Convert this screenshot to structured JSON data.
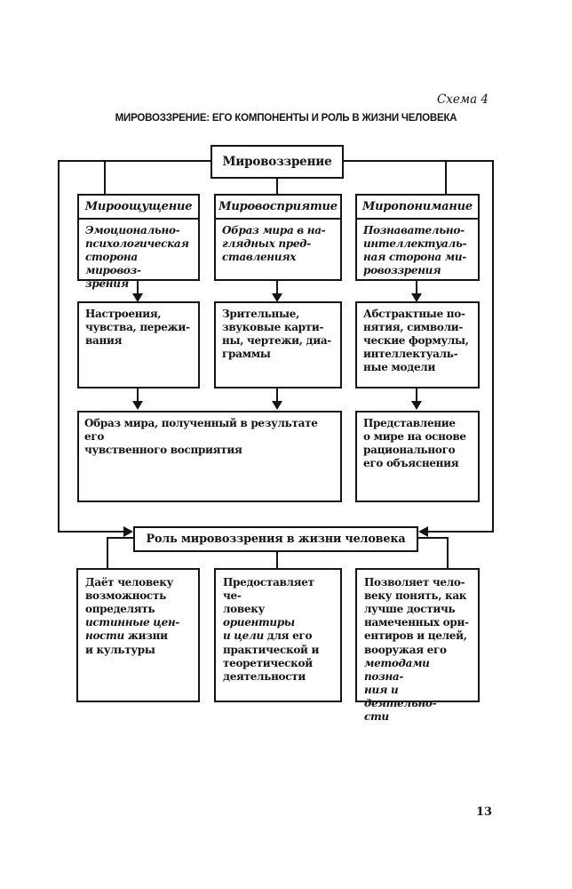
{
  "page": {
    "scheme_label": "Схема 4",
    "title": "МИРОВОЗЗРЕНИЕ: ЕГО КОМПОНЕНТЫ И РОЛЬ В ЖИЗНИ ЧЕЛОВЕКА",
    "page_number": "13"
  },
  "colors": {
    "ink": "#141414",
    "paper": "#ffffff"
  },
  "diagram": {
    "root_label": "Мировоззрение",
    "columns": [
      {
        "header": "Мироощущение",
        "aspect": "Эмоционально-\nпсихологическая\nсторона мировоз-\nзрения",
        "forms": "Настроения,\nчувства, пережи-\nвания"
      },
      {
        "header": "Мировосприятие",
        "aspect": "Образ мира в на-\nглядных пред-\nставлениях",
        "forms": "Зрительные,\nзвуковые карти-\nны, чертежи, диа-\nграммы"
      },
      {
        "header": "Миропонимание",
        "aspect": "Познавательно-\nинтеллектуаль-\nная сторона ми-\nровоззрения",
        "forms": "Абстрактные по-\nнятия, символи-\nческие формулы,\nинтеллектуаль-\nные модели"
      }
    ],
    "result_sensory": "Образ мира, полученный в результате его\nчувственного восприятия",
    "result_rational": "Представление\nо мире на основе\nрационального\nего объяснения",
    "role_title": "Роль мировоззрения в жизни человека",
    "role_items": [
      {
        "segments": [
          {
            "t": "Даёт человеку\nвозможность\nопределять\n"
          },
          {
            "t": "истинные цен-\nности",
            "i": true
          },
          {
            "t": " жизни\nи культуры"
          }
        ]
      },
      {
        "segments": [
          {
            "t": "Предоставляет че-\nловеку "
          },
          {
            "t": "ориентиры\nи цели",
            "i": true
          },
          {
            "t": " для его\nпрактической и\nтеоретической\nдеятельности"
          }
        ]
      },
      {
        "segments": [
          {
            "t": "Позволяет чело-\nвеку понять, как\nлучше достичь\nнамеченных ори-\nентиров и целей,\nвооружая его\n"
          },
          {
            "t": "методами позна-\nния и деятельно-\nсти",
            "i": true
          }
        ]
      }
    ]
  }
}
